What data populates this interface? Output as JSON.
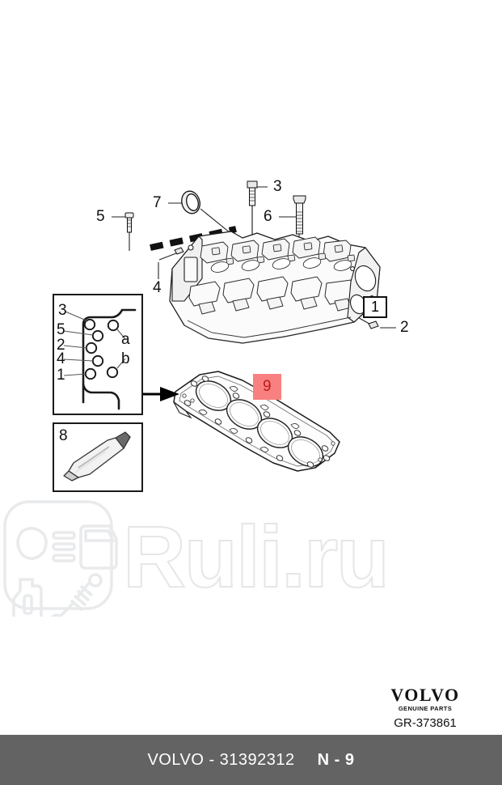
{
  "document": {
    "type": "spare-parts-exploded-diagram",
    "subject": "Cylinder head and gasket assembly"
  },
  "watermark": {
    "text": "Ruli.ru",
    "logo_icons": [
      "headlight-icon",
      "car-door-icon",
      "oil-bottle-icon",
      "shock-absorber-icon"
    ]
  },
  "callouts": [
    {
      "id": "c5",
      "label": "5",
      "part": "bolt-small"
    },
    {
      "id": "c7",
      "label": "7",
      "part": "seal-ring"
    },
    {
      "id": "c3",
      "label": "3",
      "part": "bolt-short"
    },
    {
      "id": "c6",
      "label": "6",
      "part": "bolt-long"
    },
    {
      "id": "c4",
      "label": "4",
      "part": "plug-left"
    },
    {
      "id": "c1",
      "label": "1",
      "part": "cylinder-head",
      "boxed": true
    },
    {
      "id": "c2",
      "label": "2",
      "part": "plug-right"
    },
    {
      "id": "c9",
      "label": "9",
      "part": "cylinder-head-gasket",
      "highlighted": true
    }
  ],
  "detail_panel": {
    "name": "gasket-hole-identification",
    "left_labels": [
      "3",
      "5",
      "2",
      "4",
      "1"
    ],
    "right_labels": [
      "a",
      "b"
    ]
  },
  "sealant_panel": {
    "label": "8",
    "part": "sealant-tube"
  },
  "brand": {
    "name": "VOLVO",
    "subtitle": "GENUINE PARTS",
    "drawing_code": "GR-373861"
  },
  "footer": {
    "part_number": "VOLVO - 31392312",
    "page_reference": "N - 9"
  },
  "colors": {
    "highlight_bg": "#f98080",
    "highlight_text": "#c01a1a",
    "footer_bg": "#636363",
    "line": "#1a1a1a",
    "watermark": "#e4e6e8"
  }
}
